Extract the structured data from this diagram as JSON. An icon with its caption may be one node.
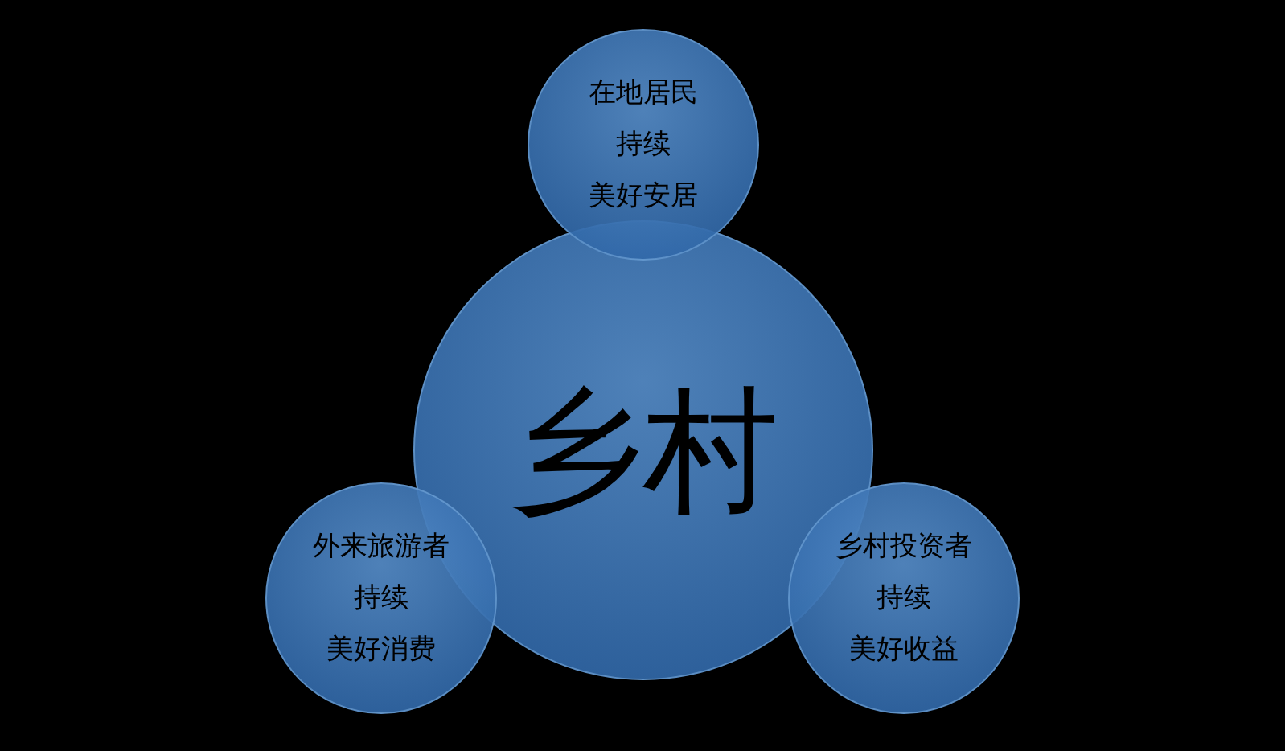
{
  "diagram": {
    "nodes": [
      {
        "text": [
          "乡村"
        ]
      },
      {
        "text": [
          "在地居民",
          "持续",
          "美好安居"
        ]
      },
      {
        "text": [
          "外来旅游者",
          "持续",
          "美好消费"
        ]
      },
      {
        "text": [
          "乡村投资者",
          "持续",
          "美好收益"
        ]
      }
    ]
  }
}
